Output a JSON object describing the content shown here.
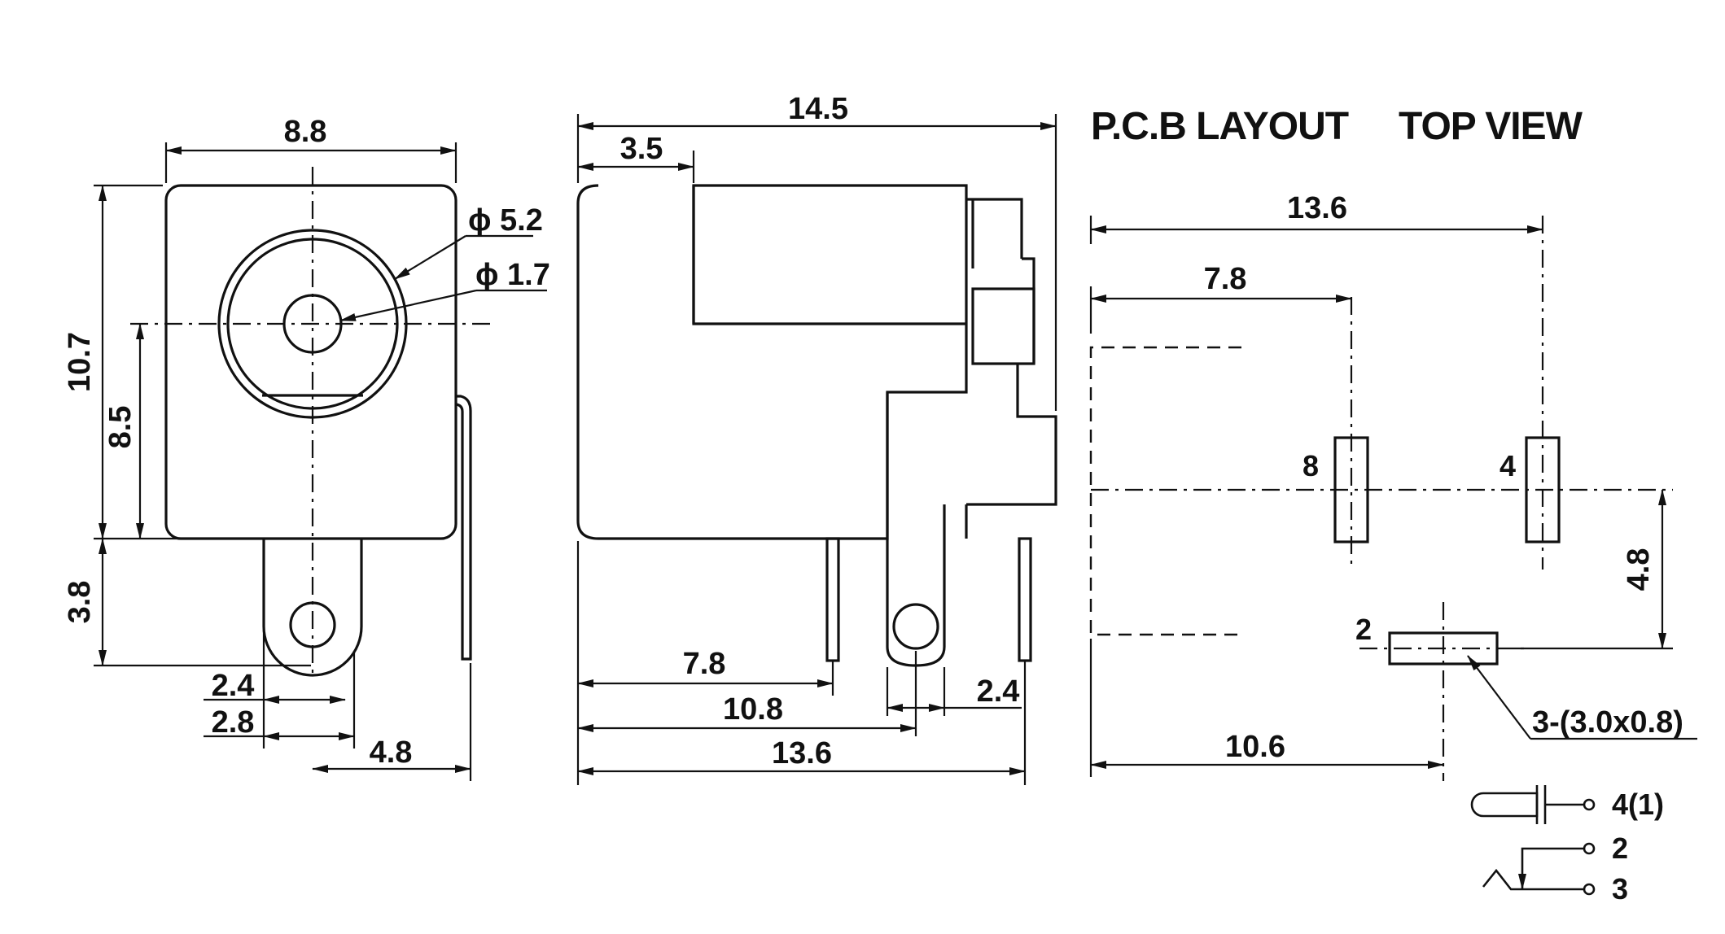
{
  "titles": {
    "pcb_layout": "P.C.B LAYOUT",
    "top_view": "TOP VIEW"
  },
  "front_view": {
    "width_8_8": "8.8",
    "height_10_7": "10.7",
    "center_8_5": "8.5",
    "pin_3_8": "3.8",
    "phi_5_2": "ϕ 5.2",
    "phi_1_7": "ϕ 1.7",
    "dim_2_4": "2.4",
    "dim_2_8": "2.8",
    "dim_4_8": "4.8"
  },
  "side_view": {
    "length_14_5": "14.5",
    "front_3_5": "3.5",
    "pin_7_8": "7.8",
    "pin_10_8": "10.8",
    "pin_13_6": "13.6",
    "pin_2_4": "2.4"
  },
  "pcb": {
    "dim_13_6": "13.6",
    "dim_7_8": "7.8",
    "dim_4_8": "4.8",
    "dim_10_6": "10.6",
    "pad_8": "8",
    "pad_4": "4",
    "pad_2": "2",
    "slot_note": "3-(3.0x0.8)"
  },
  "schematic": {
    "pin_4_1": "4(1)",
    "pin_2": "2",
    "pin_3": "3"
  },
  "colors": {
    "ink": "#111111",
    "paper": "#ffffff"
  }
}
